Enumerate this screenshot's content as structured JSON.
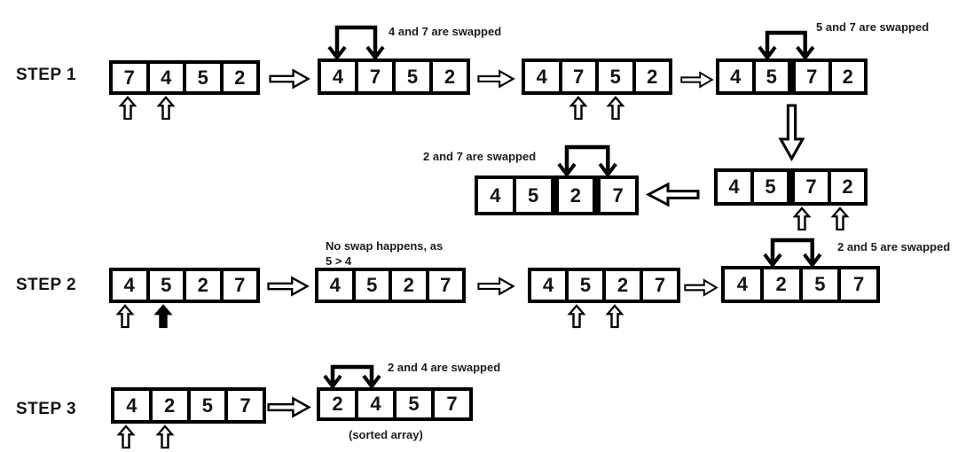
{
  "steps": [
    {
      "label": "STEP 1"
    },
    {
      "label": "STEP 2"
    },
    {
      "label": "STEP 3"
    }
  ],
  "annotations": {
    "swap_4_7": "4 and 7 are swapped",
    "swap_5_7": "5 and 7 are swapped",
    "swap_2_7": "2 and 7 are swapped",
    "no_swap_line1": "No swap happens, as",
    "no_swap_line2": "5 > 4",
    "swap_2_5": "2 and 5 are swapped",
    "swap_2_4": "2 and 4 are swapped",
    "sorted_array": "(sorted array)"
  },
  "arrays": {
    "a1": {
      "values": [
        7,
        4,
        5,
        2
      ],
      "pointers": [
        0,
        1
      ]
    },
    "a2": {
      "values": [
        4,
        7,
        5,
        2
      ],
      "swap": [
        0,
        1
      ]
    },
    "a3": {
      "values": [
        4,
        7,
        5,
        2
      ],
      "pointers": [
        1,
        2
      ]
    },
    "a4": {
      "values": [
        4,
        5,
        7,
        2
      ],
      "swap": [
        1,
        2
      ]
    },
    "b1": {
      "values": [
        4,
        5,
        7,
        2
      ],
      "pointers": [
        2,
        3
      ]
    },
    "b2": {
      "values": [
        4,
        5,
        2,
        7
      ],
      "swap": [
        2,
        3
      ]
    },
    "c1": {
      "values": [
        4,
        5,
        2,
        7
      ],
      "pointers": [
        0,
        1
      ]
    },
    "c2": {
      "values": [
        4,
        5,
        2,
        7
      ]
    },
    "c3": {
      "values": [
        4,
        5,
        2,
        7
      ],
      "pointers": [
        1,
        2
      ]
    },
    "c4": {
      "values": [
        4,
        2,
        5,
        7
      ],
      "swap": [
        1,
        2
      ]
    },
    "d1": {
      "values": [
        4,
        2,
        5,
        7
      ],
      "pointers": [
        0,
        1
      ]
    },
    "d2": {
      "values": [
        2,
        4,
        5,
        7
      ],
      "swap": [
        0,
        1
      ]
    }
  }
}
